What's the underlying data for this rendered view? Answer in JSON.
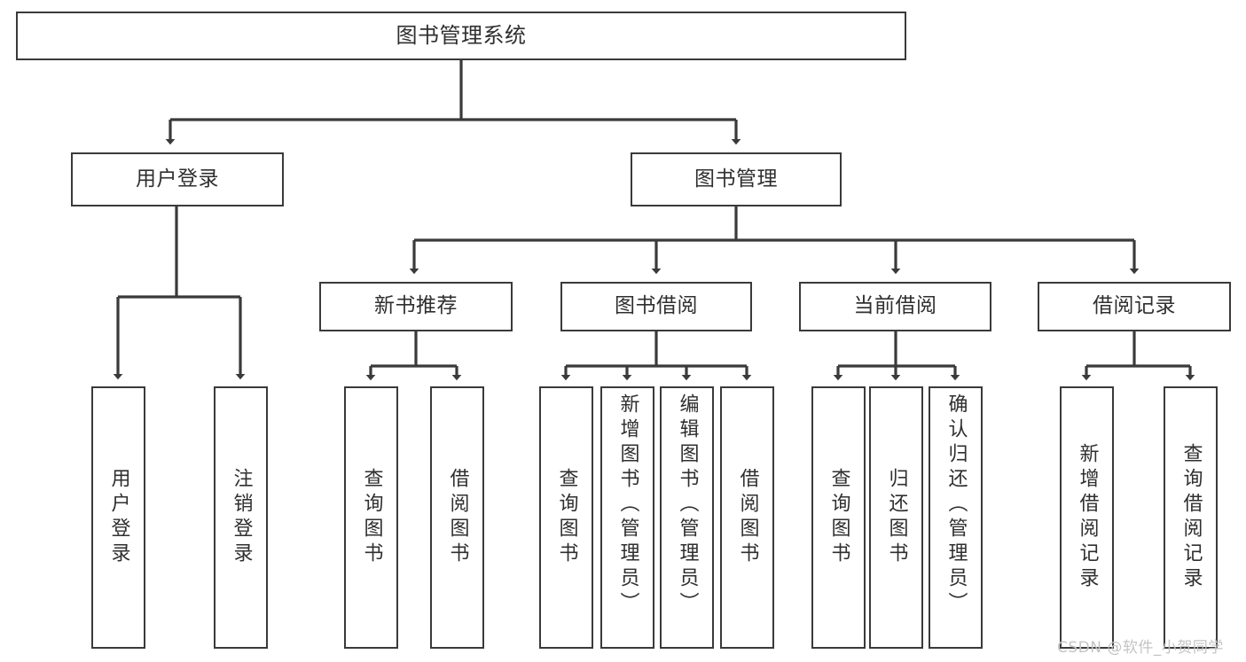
{
  "diagram": {
    "type": "tree-hierarchy",
    "title": "图书管理系统",
    "levels": 4,
    "style": {
      "box_border_color": "#3a3a3a",
      "box_fill_color": "#ffffff",
      "text_color": "#2f2f2f",
      "connector_color": "#3a3a3a",
      "background": "#ffffff"
    },
    "nodes": {
      "root": {
        "label": "图书管理系统"
      },
      "level2": [
        {
          "label": "用户登录"
        },
        {
          "label": "图书管理"
        }
      ],
      "level3": [
        {
          "label": "新书推荐"
        },
        {
          "label": "图书借阅"
        },
        {
          "label": "当前借阅"
        },
        {
          "label": "借阅记录"
        }
      ],
      "user_login_children": [
        {
          "label": "用户登录"
        },
        {
          "label": "注销登录"
        }
      ],
      "new_book_children": [
        {
          "label": "查询图书"
        },
        {
          "label": "借阅图书"
        }
      ],
      "borrow_children": [
        {
          "label": "查询图书"
        },
        {
          "label": "新增图书（管理员）"
        },
        {
          "label": "编辑图书（管理员）"
        },
        {
          "label": "借阅图书"
        }
      ],
      "current_borrow_children": [
        {
          "label": "查询图书"
        },
        {
          "label": "归还图书"
        },
        {
          "label": "确认归还（管理员）"
        }
      ],
      "record_children": [
        {
          "label": "新增借阅记录"
        },
        {
          "label": "查询借阅记录"
        }
      ]
    }
  },
  "watermark": {
    "text": "CSDN @软件_小贺同学"
  }
}
